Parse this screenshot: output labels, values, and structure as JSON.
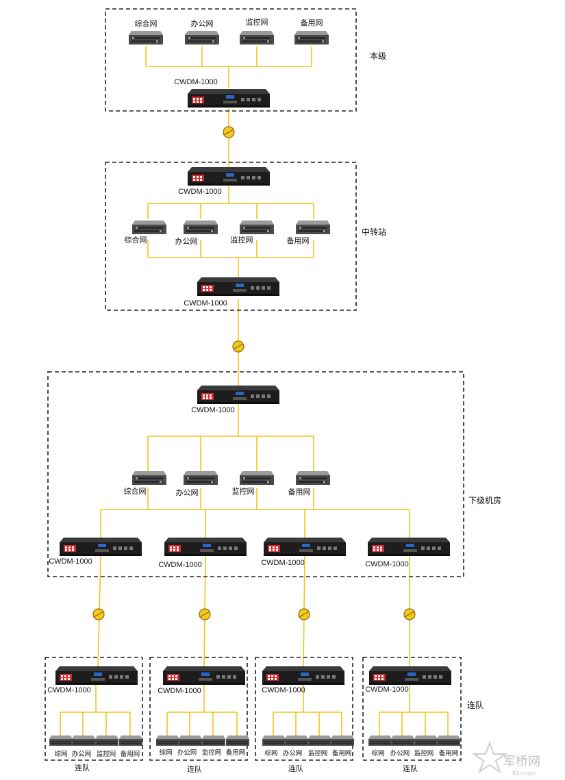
{
  "device_model": "CWDM-1000",
  "net_labels": [
    "综合网",
    "办公网",
    "监控网",
    "备用网"
  ],
  "net_labels_short": [
    "综网",
    "办公网",
    "监控网",
    "备用网"
  ],
  "regions": {
    "top": "本级",
    "relay": "中转站",
    "lower": "下级机房",
    "company": "连队"
  },
  "company_label": "连队",
  "watermark": {
    "text": "军桥网",
    "sub": "81rr.com"
  },
  "colors": {
    "link": "#f2c418",
    "splice_fill": "#f4c81c",
    "splice_stroke": "#8a6a00",
    "dashed_box": "#222222",
    "device_body": "#202020",
    "port_red": "#d8262b"
  }
}
